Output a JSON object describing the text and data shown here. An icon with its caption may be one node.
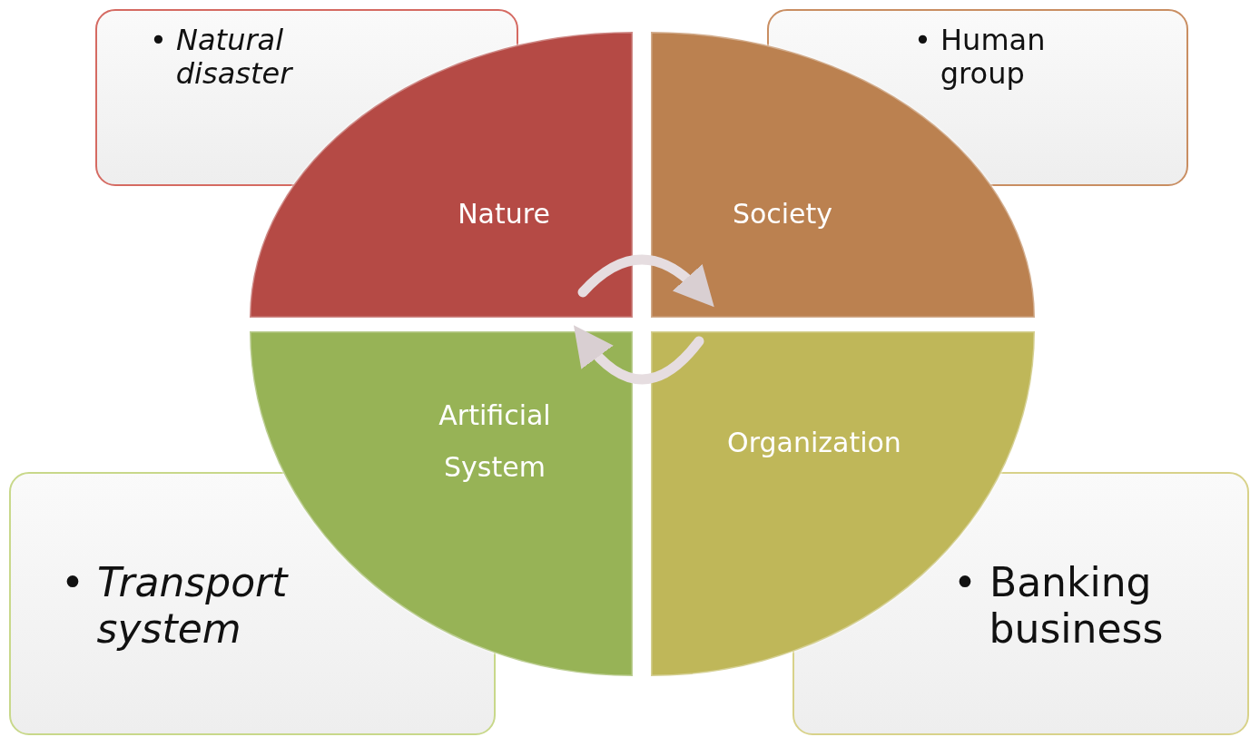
{
  "diagram": {
    "nodes": [
      {
        "text": [
          "• Natural disaster"
        ]
      },
      {
        "text": [
          "• Human group"
        ]
      },
      {
        "text": [
          "Nature"
        ]
      },
      {
        "text": [
          "Society"
        ]
      },
      {
        "text": [
          "Artificial System"
        ]
      },
      {
        "text": [
          "Organization"
        ]
      },
      {
        "text": [
          "• Transport system"
        ]
      },
      {
        "text": [
          "• Banking business"
        ]
      }
    ],
    "edges": [
      {
        "from": 2,
        "to": 3,
        "arrow": "to"
      },
      {
        "from": 5,
        "to": 4,
        "arrow": "to"
      }
    ]
  }
}
